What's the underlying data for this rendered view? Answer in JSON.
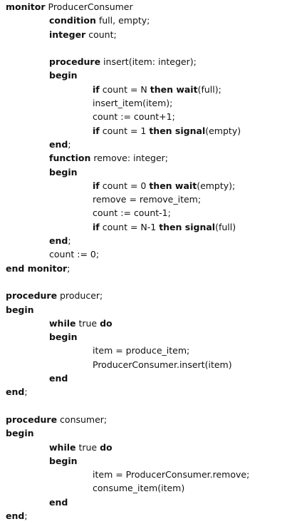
{
  "lines": [
    {
      "indent": 0,
      "segments": [
        {
          "t": "monitor",
          "b": true
        },
        {
          "t": " ProducerConsumer",
          "b": false
        }
      ]
    },
    {
      "indent": 1,
      "segments": [
        {
          "t": "condition",
          "b": true
        },
        {
          "t": " full, empty;",
          "b": false
        }
      ]
    },
    {
      "indent": 1,
      "segments": [
        {
          "t": "integer",
          "b": true
        },
        {
          "t": " count;",
          "b": false
        }
      ]
    },
    {
      "indent": 0,
      "segments": []
    },
    {
      "indent": 1,
      "segments": [
        {
          "t": "procedure",
          "b": true
        },
        {
          "t": " insert(item: integer);",
          "b": false
        }
      ]
    },
    {
      "indent": 1,
      "segments": [
        {
          "t": "begin",
          "b": true
        }
      ]
    },
    {
      "indent": 2,
      "segments": [
        {
          "t": "if",
          "b": true
        },
        {
          "t": " count = N ",
          "b": false
        },
        {
          "t": "then wait",
          "b": true
        },
        {
          "t": "(full);",
          "b": false
        }
      ]
    },
    {
      "indent": 2,
      "segments": [
        {
          "t": "insert_item(item);",
          "b": false
        }
      ]
    },
    {
      "indent": 2,
      "segments": [
        {
          "t": "count := count+1;",
          "b": false
        }
      ]
    },
    {
      "indent": 2,
      "segments": [
        {
          "t": "if",
          "b": true
        },
        {
          "t": " count = 1 ",
          "b": false
        },
        {
          "t": "then signal",
          "b": true
        },
        {
          "t": "(empty)",
          "b": false
        }
      ]
    },
    {
      "indent": 1,
      "segments": [
        {
          "t": "end",
          "b": true
        },
        {
          "t": ";",
          "b": false
        }
      ]
    },
    {
      "indent": 1,
      "segments": [
        {
          "t": "function",
          "b": true
        },
        {
          "t": " remove: integer;",
          "b": false
        }
      ]
    },
    {
      "indent": 1,
      "segments": [
        {
          "t": "begin",
          "b": true
        }
      ]
    },
    {
      "indent": 2,
      "segments": [
        {
          "t": "if",
          "b": true
        },
        {
          "t": " count = 0 ",
          "b": false
        },
        {
          "t": "then wait",
          "b": true
        },
        {
          "t": "(empty);",
          "b": false
        }
      ]
    },
    {
      "indent": 2,
      "segments": [
        {
          "t": "remove = remove_item;",
          "b": false
        }
      ]
    },
    {
      "indent": 2,
      "segments": [
        {
          "t": "count := count-1;",
          "b": false
        }
      ]
    },
    {
      "indent": 2,
      "segments": [
        {
          "t": "if",
          "b": true
        },
        {
          "t": " count = N-1 ",
          "b": false
        },
        {
          "t": "then signal",
          "b": true
        },
        {
          "t": "(full)",
          "b": false
        }
      ]
    },
    {
      "indent": 1,
      "segments": [
        {
          "t": "end",
          "b": true
        },
        {
          "t": ";",
          "b": false
        }
      ]
    },
    {
      "indent": 1,
      "segments": [
        {
          "t": "count := 0;",
          "b": false
        }
      ]
    },
    {
      "indent": 0,
      "segments": [
        {
          "t": "end monitor",
          "b": true
        },
        {
          "t": ";",
          "b": false
        }
      ]
    },
    {
      "indent": 0,
      "segments": []
    },
    {
      "indent": 0,
      "segments": [
        {
          "t": "procedure",
          "b": true
        },
        {
          "t": " producer;",
          "b": false
        }
      ]
    },
    {
      "indent": 0,
      "segments": [
        {
          "t": "begin",
          "b": true
        }
      ]
    },
    {
      "indent": 1,
      "segments": [
        {
          "t": "while",
          "b": true
        },
        {
          "t": " true ",
          "b": false
        },
        {
          "t": "do",
          "b": true
        }
      ]
    },
    {
      "indent": 1,
      "segments": [
        {
          "t": "begin",
          "b": true
        }
      ]
    },
    {
      "indent": 2,
      "segments": [
        {
          "t": "item = produce_item;",
          "b": false
        }
      ]
    },
    {
      "indent": 2,
      "segments": [
        {
          "t": "ProducerConsumer.insert(item)",
          "b": false
        }
      ]
    },
    {
      "indent": 1,
      "segments": [
        {
          "t": "end",
          "b": true
        }
      ]
    },
    {
      "indent": 0,
      "segments": [
        {
          "t": "end",
          "b": true
        },
        {
          "t": ";",
          "b": false
        }
      ]
    },
    {
      "indent": 0,
      "segments": []
    },
    {
      "indent": 0,
      "segments": [
        {
          "t": "procedure",
          "b": true
        },
        {
          "t": " consumer;",
          "b": false
        }
      ]
    },
    {
      "indent": 0,
      "segments": [
        {
          "t": "begin",
          "b": true
        }
      ]
    },
    {
      "indent": 1,
      "segments": [
        {
          "t": "while",
          "b": true
        },
        {
          "t": " true ",
          "b": false
        },
        {
          "t": "do",
          "b": true
        }
      ]
    },
    {
      "indent": 1,
      "segments": [
        {
          "t": "begin",
          "b": true
        }
      ]
    },
    {
      "indent": 2,
      "segments": [
        {
          "t": "item = ProducerConsumer.remove;",
          "b": false
        }
      ]
    },
    {
      "indent": 2,
      "segments": [
        {
          "t": "consume_item(item)",
          "b": false
        }
      ]
    },
    {
      "indent": 1,
      "segments": [
        {
          "t": "end",
          "b": true
        }
      ]
    },
    {
      "indent": 0,
      "segments": [
        {
          "t": "end",
          "b": true
        },
        {
          "t": ";",
          "b": false
        }
      ]
    }
  ]
}
